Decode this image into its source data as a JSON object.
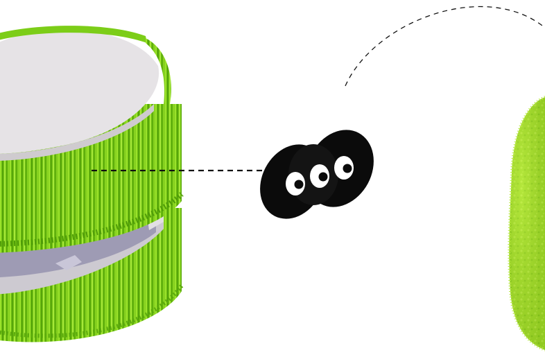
{
  "scene": {
    "description_free": true,
    "background_color": "#ffffff",
    "colors": {
      "grass_light": "#9ae02a",
      "grass_mid": "#72c514",
      "grass_dark": "#4c9a07",
      "disc_top": "#e6e3e6",
      "disc_edge": "#cfcbcf",
      "inner_panel": "#9e9bb4",
      "eye_body": "#0b0b0b",
      "eye_white": "#ffffff",
      "dash": "#111111",
      "blob": "#a4dc2a"
    },
    "icons": [
      "grass-drum",
      "three-eyes-creature",
      "fuzzy-green-blob",
      "dashed-connector",
      "dashed-arc"
    ]
  }
}
